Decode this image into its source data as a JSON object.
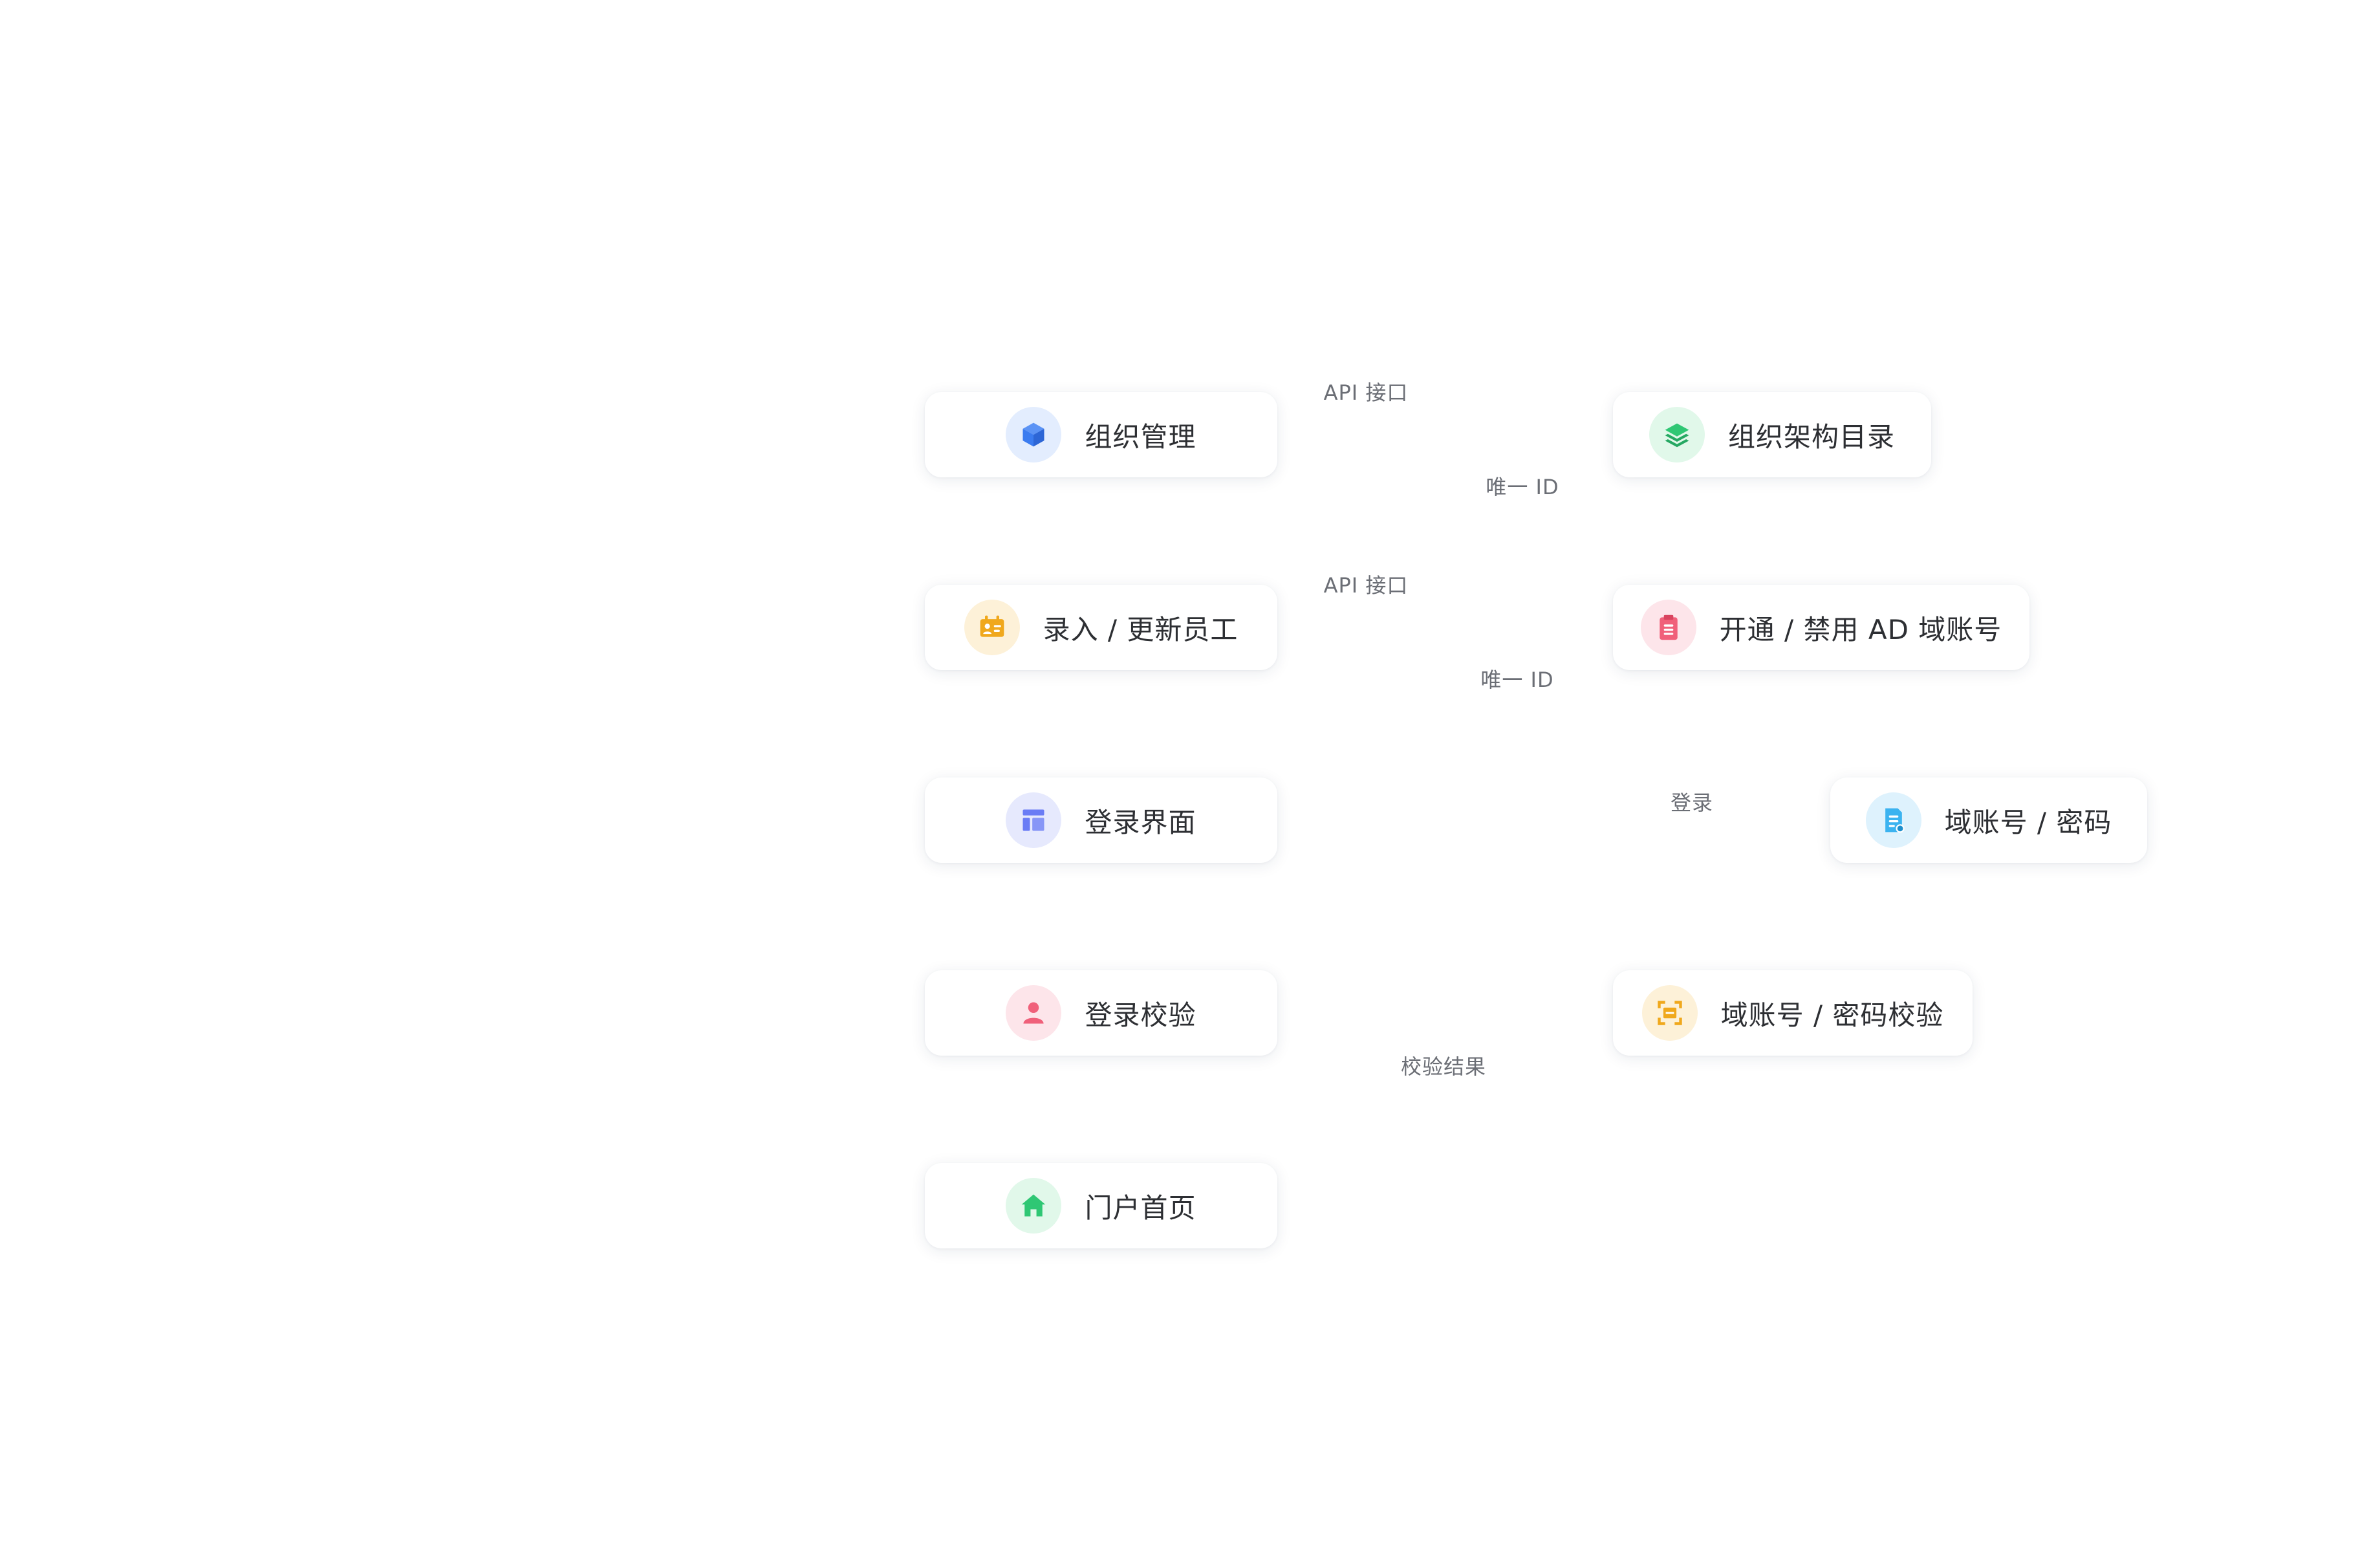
{
  "nodes": {
    "org_management": {
      "label": "组织管理",
      "icon": "cube-icon",
      "color": "#3b7cf0",
      "tint": "#e3edfe"
    },
    "employee_entry": {
      "label": "录入 / 更新员工",
      "icon": "id-card-icon",
      "color": "#f0a81c",
      "tint": "#fdf1d8"
    },
    "login_screen": {
      "label": "登录界面",
      "icon": "layout-icon",
      "color": "#6a7cf5",
      "tint": "#e6e9fd"
    },
    "login_check": {
      "label": "登录校验",
      "icon": "user-icon",
      "color": "#f0607a",
      "tint": "#fde5ea"
    },
    "portal_home": {
      "label": "门户首页",
      "icon": "home-icon",
      "color": "#2fc774",
      "tint": "#e1f8ea"
    },
    "org_directory": {
      "label": "组织架构目录",
      "icon": "layers-icon",
      "color": "#2fc774",
      "tint": "#e1f8ea"
    },
    "ad_account": {
      "label": "开通 / 禁用 AD 域账号",
      "icon": "clipboard-icon",
      "color": "#f0607a",
      "tint": "#fde5ea"
    },
    "domain_credentials": {
      "label": "域账号 / 密码",
      "icon": "document-icon",
      "color": "#3bb3f0",
      "tint": "#def2fd"
    },
    "credential_check": {
      "label": "域账号 / 密码校验",
      "icon": "scan-icon",
      "color": "#f0a81c",
      "tint": "#fdf1d8"
    }
  },
  "edge_labels": {
    "api_1": "API 接口",
    "unique_id_1": "唯一 ID",
    "api_2": "API 接口",
    "unique_id_2": "唯一 ID",
    "login": "登录",
    "check_result": "校验结果"
  }
}
